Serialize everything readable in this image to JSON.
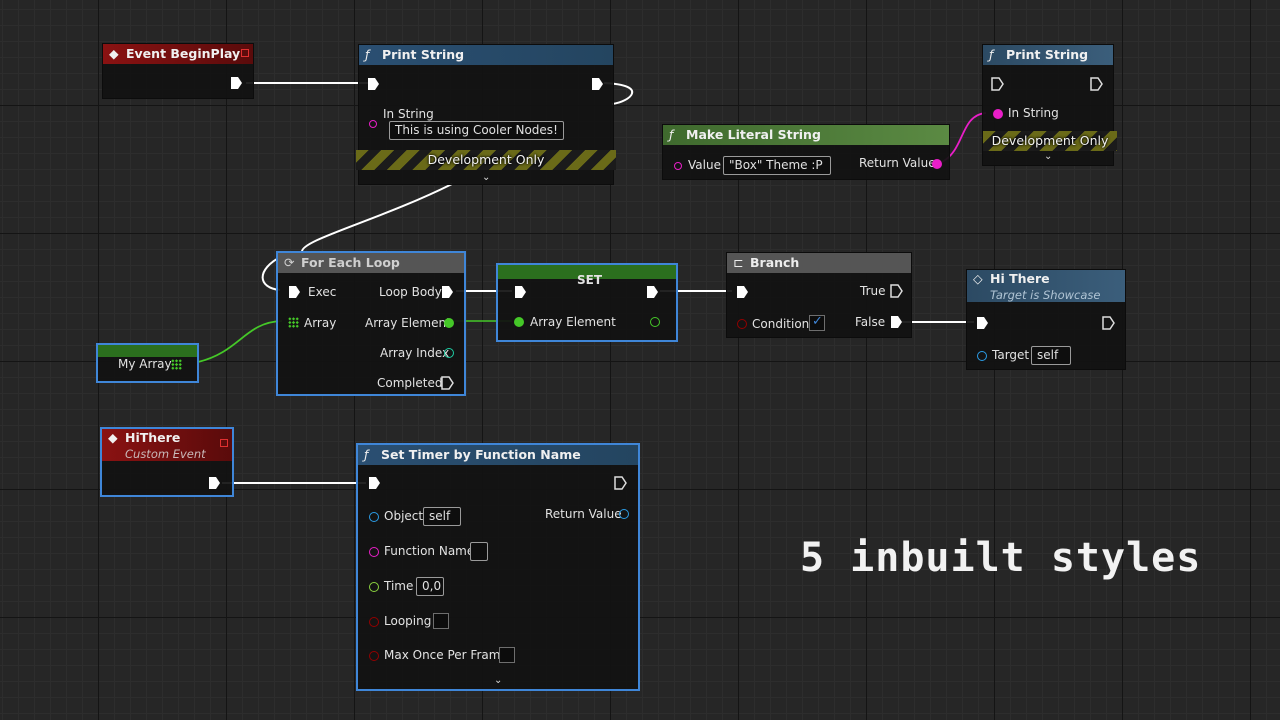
{
  "nodes": {
    "begin_play": {
      "title": "Event BeginPlay"
    },
    "print1": {
      "title": "Print String",
      "in_string_label": "In String",
      "in_string_value": "This is using Cooler Nodes!",
      "dev_label": "Development Only"
    },
    "make_literal": {
      "title": "Make Literal String",
      "value_label": "Value",
      "value": "\"Box\" Theme :P",
      "return_label": "Return Value"
    },
    "print2": {
      "title": "Print String",
      "in_string_label": "In String",
      "dev_label": "Development Only"
    },
    "foreach": {
      "title": "For Each Loop",
      "exec_label": "Exec",
      "array_label": "Array",
      "loop_body_label": "Loop Body",
      "array_element_label": "Array Element",
      "array_index_label": "Array Index",
      "completed_label": "Completed"
    },
    "myarray": {
      "title": "My Array"
    },
    "set": {
      "title": "SET",
      "array_element_label": "Array Element"
    },
    "branch": {
      "title": "Branch",
      "true_label": "True",
      "false_label": "False",
      "condition_label": "Condition"
    },
    "hithere_call": {
      "title": "Hi There",
      "subtitle": "Target is Showcase",
      "target_label": "Target",
      "target_value": "self"
    },
    "hithere_event": {
      "title": "HiThere",
      "subtitle": "Custom Event"
    },
    "set_timer": {
      "title": "Set Timer by Function Name",
      "object_label": "Object",
      "object_value": "self",
      "function_name_label": "Function Name",
      "time_label": "Time",
      "time_value": "0,0",
      "looping_label": "Looping",
      "max_once_label": "Max Once Per Frame",
      "return_label": "Return Value"
    }
  },
  "caption": "5 inbuilt styles",
  "colors": {
    "exec": "#ffffff",
    "string_pin": "#e91ec8",
    "array_pin": "#45c828",
    "object_pin": "#2b9ce6",
    "bool_pin": "#930000",
    "float_pin": "#8bd33f",
    "selection": "#3f86d8"
  },
  "icons": {
    "function": "function-icon",
    "event": "event-diamond-icon",
    "loop": "loop-icon",
    "branch": "branch-icon",
    "expand": "chevron-down-icon",
    "grid": "array-grid-icon"
  }
}
